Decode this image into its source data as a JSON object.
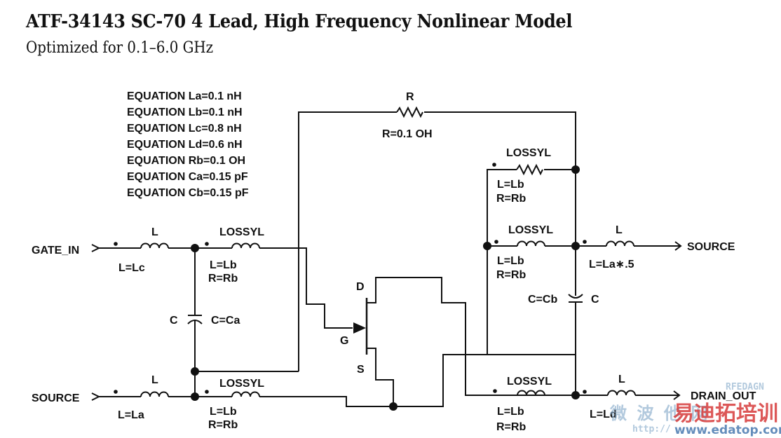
{
  "header": {
    "title": "ATF-34143 SC-70 4 Lead, High Frequency Nonlinear Model",
    "subtitle": "Optimized for 0.1–6.0 GHz"
  },
  "equations": [
    "EQUATION La=0.1 nH",
    "EQUATION Lb=0.1 nH",
    "EQUATION Lc=0.8 nH",
    "EQUATION Ld=0.6 nH",
    "EQUATION Rb=0.1 OH",
    "EQUATION Ca=0.15 pF",
    "EQUATION Cb=0.15 pF"
  ],
  "ports": {
    "gate_in": "GATE_IN",
    "source_left": "SOURCE",
    "source_right": "SOURCE",
    "drain_out": "DRAIN_OUT"
  },
  "components": {
    "r_top": {
      "name": "R",
      "value": "R=0.1 OH"
    },
    "l_gate": {
      "name": "L",
      "value": "L=Lc"
    },
    "lossyl_gate": {
      "name": "LOSSYL",
      "value_l": "L=Lb",
      "value_r": "R=Rb"
    },
    "c_gate": {
      "name": "C",
      "value": "C=Ca"
    },
    "l_source_left": {
      "name": "L",
      "value": "L=La"
    },
    "lossyl_source_left": {
      "name": "LOSSYL",
      "value_l": "L=Lb",
      "value_r": "R=Rb"
    },
    "lossyl_top_right": {
      "name": "LOSSYL",
      "value_l": "L=Lb",
      "value_r": "R=Rb"
    },
    "lossyl_mid_right": {
      "name": "LOSSYL",
      "value_l": "L=Lb",
      "value_r": "R=Rb"
    },
    "l_source_right": {
      "name": "L",
      "value": "L=La∗.5"
    },
    "c_right": {
      "name": "C",
      "value": "C=Cb"
    },
    "lossyl_drain": {
      "name": "LOSSYL",
      "value_l": "L=Lb",
      "value_r": "R=Rb"
    },
    "l_drain": {
      "name": "L",
      "value": "L=Ld"
    }
  },
  "fet": {
    "drain": "D",
    "gate": "G",
    "source": "S"
  },
  "watermark": {
    "cn_brand": "易迪拓培训",
    "cn_faint": "微 波 他 网",
    "url": "www.edatop.com",
    "url_faint": "http://",
    "small": "RFEDAGN"
  }
}
